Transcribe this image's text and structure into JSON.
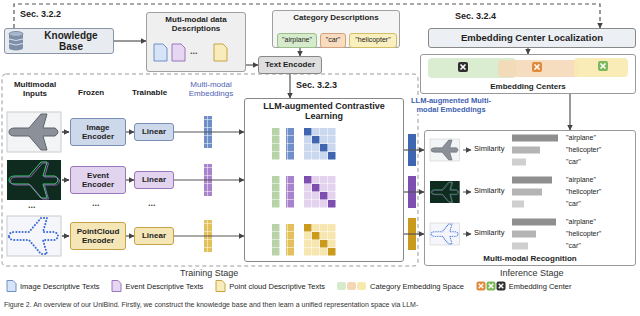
{
  "diagram": {
    "caption": "Figure 2. An overview of our UniBind. Firstly, we construct the knowledge base and then learn a unified representation space via LLM-",
    "nodes": [
      {
        "text": [
          "Knowledge Base"
        ]
      },
      {
        "text": [
          "Muti-modal data Descriptions"
        ]
      },
      {
        "text": [
          "Category Descriptions"
        ]
      },
      {
        "text": [
          "\"airplane\""
        ],
        "in": 2
      },
      {
        "text": [
          "\"car\""
        ],
        "in": 2
      },
      {
        "text": [
          "\"helicopter\""
        ],
        "in": 2
      },
      {
        "text": [
          "Text Encoder"
        ]
      },
      {
        "text": [
          "Embedding Center Localization"
        ]
      },
      {
        "text": [
          "Embedding Centers"
        ]
      },
      {
        "text": [
          "Image Encoder"
        ]
      },
      {
        "text": [
          "Event Encoder"
        ]
      },
      {
        "text": [
          "PointCloud Encoder"
        ]
      },
      {
        "text": [
          "Linear"
        ]
      },
      {
        "text": [
          "Linear"
        ]
      },
      {
        "text": [
          "Linear"
        ]
      },
      {
        "text": [
          "LLM-augmented Contrastive Learning"
        ]
      },
      {
        "text": [
          "Multi-modal Recognition"
        ]
      }
    ],
    "edges": [
      {
        "from": 0,
        "to": 1,
        "arrow": "to"
      },
      {
        "from": 1,
        "to": 6,
        "arrow": "to"
      },
      {
        "from": 2,
        "to": 6,
        "arrow": "to"
      },
      {
        "from": 6,
        "to": 15,
        "arrow": "to"
      },
      {
        "from": 0,
        "to": 7,
        "arrow": "to"
      },
      {
        "from": 7,
        "to": 8,
        "arrow": "to"
      },
      {
        "from": 9,
        "to": 12,
        "arrow": "to"
      },
      {
        "from": 10,
        "to": 13,
        "arrow": "to"
      },
      {
        "from": 11,
        "to": 14,
        "arrow": "to"
      },
      {
        "from": 12,
        "to": 15,
        "arrow": "to"
      },
      {
        "from": 13,
        "to": 15,
        "arrow": "to"
      },
      {
        "from": 14,
        "to": 15,
        "arrow": "to"
      },
      {
        "from": 15,
        "to": 16,
        "arrow": "to"
      },
      {
        "from": 15,
        "to": 16,
        "arrow": "to"
      },
      {
        "from": 15,
        "to": 16,
        "arrow": "to"
      },
      {
        "from": 8,
        "to": 16,
        "arrow": "to"
      }
    ],
    "labels": [
      "Sec. 3.2.2",
      "Sec. 3.2.3",
      "Sec. 3.2.4",
      "...",
      "Multimodal Inputs",
      "Frozen",
      "Trainable",
      "Multi-modal Embeddings",
      "LLM-augmented Multi-modal Embeddings",
      "...",
      "...",
      "...",
      "Similarity",
      "\"airplane\"",
      "\"helicopter\"",
      "\"car\"",
      "Similarity",
      "\"airplane\"",
      "\"helicopter\"",
      "\"car\"",
      "Similarity",
      "\"airplane\"",
      "\"helicopter\"",
      "\"car\"",
      "Training Stage",
      "Inference Stage"
    ],
    "legend": [
      {
        "text": "Image Descriptive Texts"
      },
      {
        "text": "Event Descriptive Texts"
      },
      {
        "text": "Point cloud Descriptive Texts"
      },
      {
        "text": "Category Embedding Space"
      },
      {
        "text": "Embedding Center"
      }
    ]
  }
}
